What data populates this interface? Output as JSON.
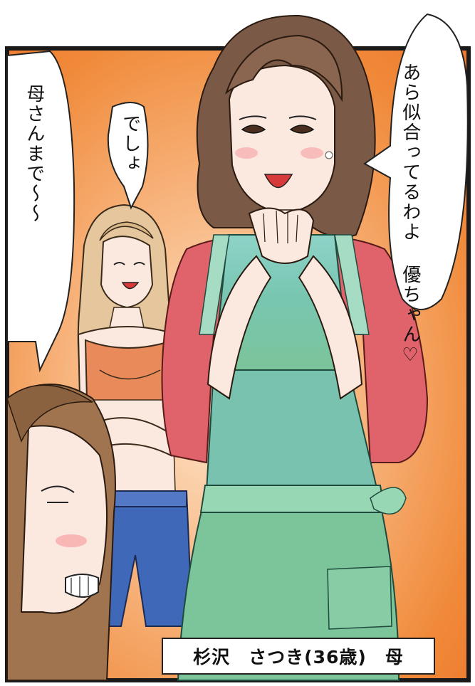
{
  "panel": {
    "bubbles": {
      "mother_line1": "あら似合ってるわよ",
      "mother_line2": "優ちゃん♡",
      "sister": "でしょ",
      "left": "母さんまで〜〜"
    },
    "caption": "杉沢　さつき(36歳)　母"
  },
  "colors": {
    "background_orange": "#f08a3a",
    "background_light": "#fde3c8",
    "apron_green": "#7fc79a",
    "apron_top_teal": "#7ec8bd",
    "sleeve_red": "#e0626a",
    "shorts_blue": "#3f68b8",
    "top_orange": "#e98a5a",
    "hair_brown": "#7a5a46",
    "hair_blonde": "#e0c49a",
    "skin": "#fbe8df"
  }
}
